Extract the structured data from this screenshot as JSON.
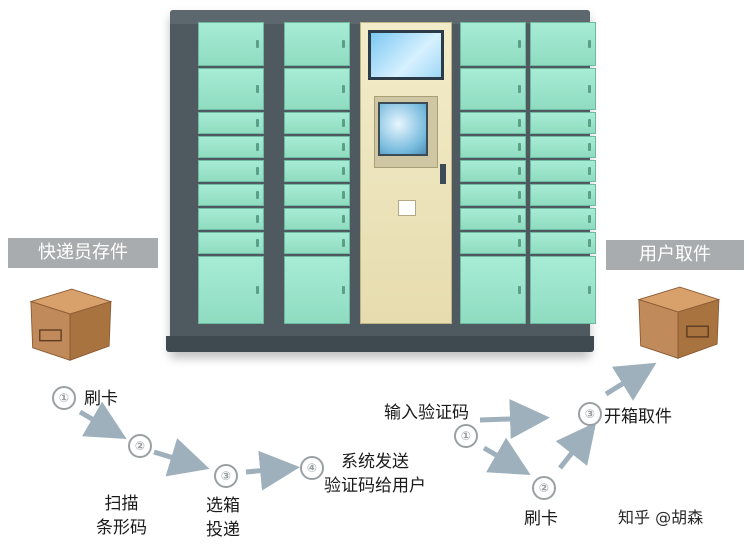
{
  "courier": {
    "banner": "快递员存件"
  },
  "user": {
    "banner": "用户取件"
  },
  "courier_steps": [
    {
      "num": "①",
      "label": "刷卡"
    },
    {
      "num": "②",
      "label": "扫描\n条形码"
    },
    {
      "num": "③",
      "label": "选箱\n投递"
    },
    {
      "num": "④",
      "label": "系统发送\n验证码给用户"
    }
  ],
  "user_steps": [
    {
      "num": "①",
      "label": "输入验证码"
    },
    {
      "num": "②",
      "label": "刷卡"
    },
    {
      "num": "③",
      "label": "开箱取件"
    }
  ],
  "watermark": "知乎 @胡森",
  "colors": {
    "locker_door": "#a7ecd5",
    "cabinet_frame": "#4e5a60",
    "center_panel": "#f3ecc9",
    "banner": "#a9acae",
    "arrow": "#9fb0bd",
    "box": "#c08a5a"
  }
}
